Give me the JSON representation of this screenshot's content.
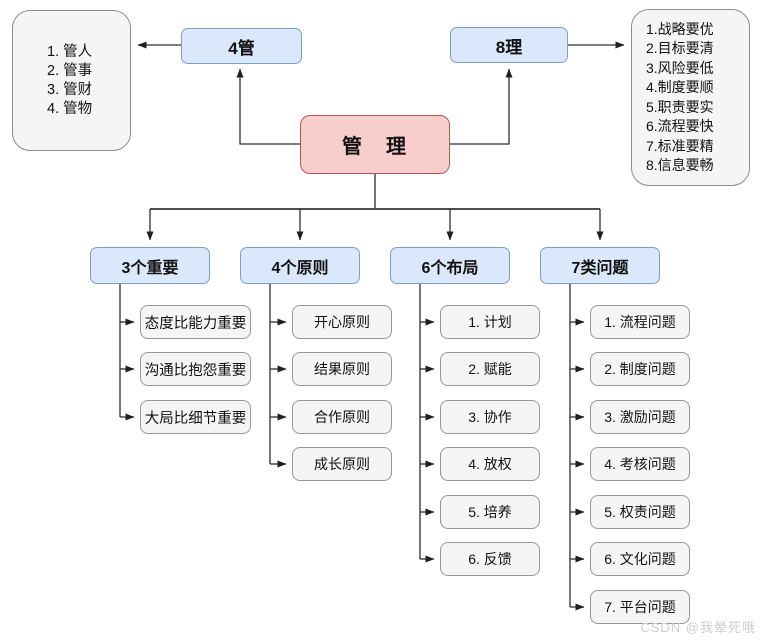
{
  "diagram": {
    "root": {
      "label": "管　理"
    },
    "left_branch": {
      "node_label": "4管",
      "list": [
        "1. 管人",
        "2. 管事",
        "3. 管财",
        "4. 管物"
      ]
    },
    "right_branch": {
      "node_label": "8理",
      "list": [
        "1.战略要优",
        "2.目标要清",
        "3.风险要低",
        "4.制度要顺",
        "5.职责要实",
        "6.流程要快",
        "7.标准要精",
        "8.信息要畅"
      ]
    },
    "columns": [
      {
        "header": "3个重要",
        "children": [
          "态度比能力重要",
          "沟通比抱怨重要",
          "大局比细节重要"
        ]
      },
      {
        "header": "4个原则",
        "children": [
          "开心原则",
          "结果原则",
          "合作原则",
          "成长原则"
        ]
      },
      {
        "header": "6个布局",
        "children": [
          "1. 计划",
          "2. 赋能",
          "3. 协作",
          "4. 放权",
          "5. 培养",
          "6. 反馈"
        ]
      },
      {
        "header": "7类问题",
        "children": [
          "1. 流程问题",
          "2. 制度问题",
          "3. 激励问题",
          "4. 考核问题",
          "5. 权责问题",
          "6. 文化问题",
          "7. 平台问题"
        ]
      }
    ],
    "watermark": "CSDN @我晕死哦",
    "colors": {
      "node_blue_fill": "#dbe8fc",
      "node_blue_border": "#7d9dcc",
      "root_pink_fill": "#f8cecc",
      "root_pink_border": "#b85450",
      "gray_fill": "#f5f5f5",
      "gray_border": "#979797",
      "connector": "#2e2e2e",
      "bus_line": "#4d4d4d",
      "watermark_gray": "#cdcdcd"
    }
  }
}
